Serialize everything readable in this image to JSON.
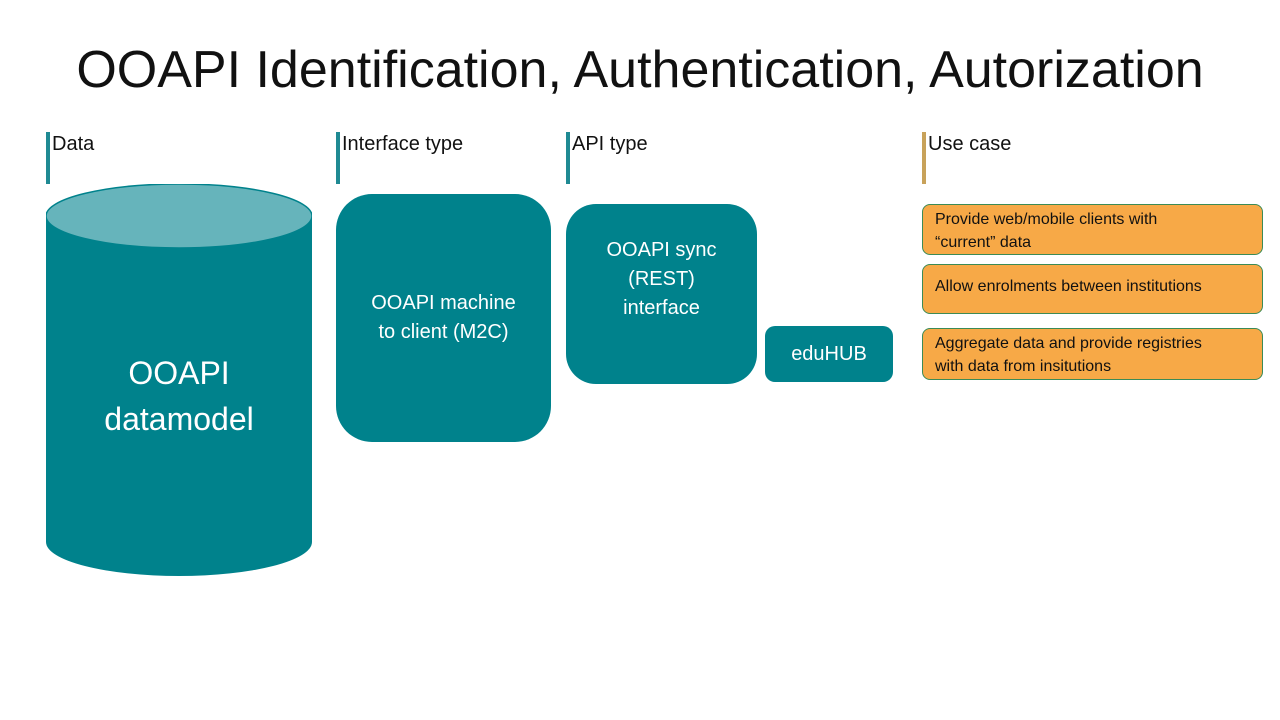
{
  "title": "OOAPI Identification, Authentication, Autorization",
  "columns": {
    "data": "Data",
    "interface_type": "Interface type",
    "api_type": "API type",
    "use_case": "Use case"
  },
  "datamodel": {
    "line1": "OOAPI",
    "line2": "datamodel"
  },
  "interface": {
    "label": "OOAPI machine\nto client (M2C)"
  },
  "api": {
    "label": "OOAPI sync\n(REST)\ninterface"
  },
  "hub": {
    "label": "eduHUB"
  },
  "use_cases": [
    "Provide web/mobile clients with\n“current” data",
    "Allow enrolments between institutions",
    "Aggregate data and provide registries\nwith data from insitutions"
  ],
  "colors": {
    "teal": "#00828c",
    "cylinder_top": "#66b4bb",
    "orange": "#f7a947",
    "usecase_bar": "#c8a25a"
  }
}
